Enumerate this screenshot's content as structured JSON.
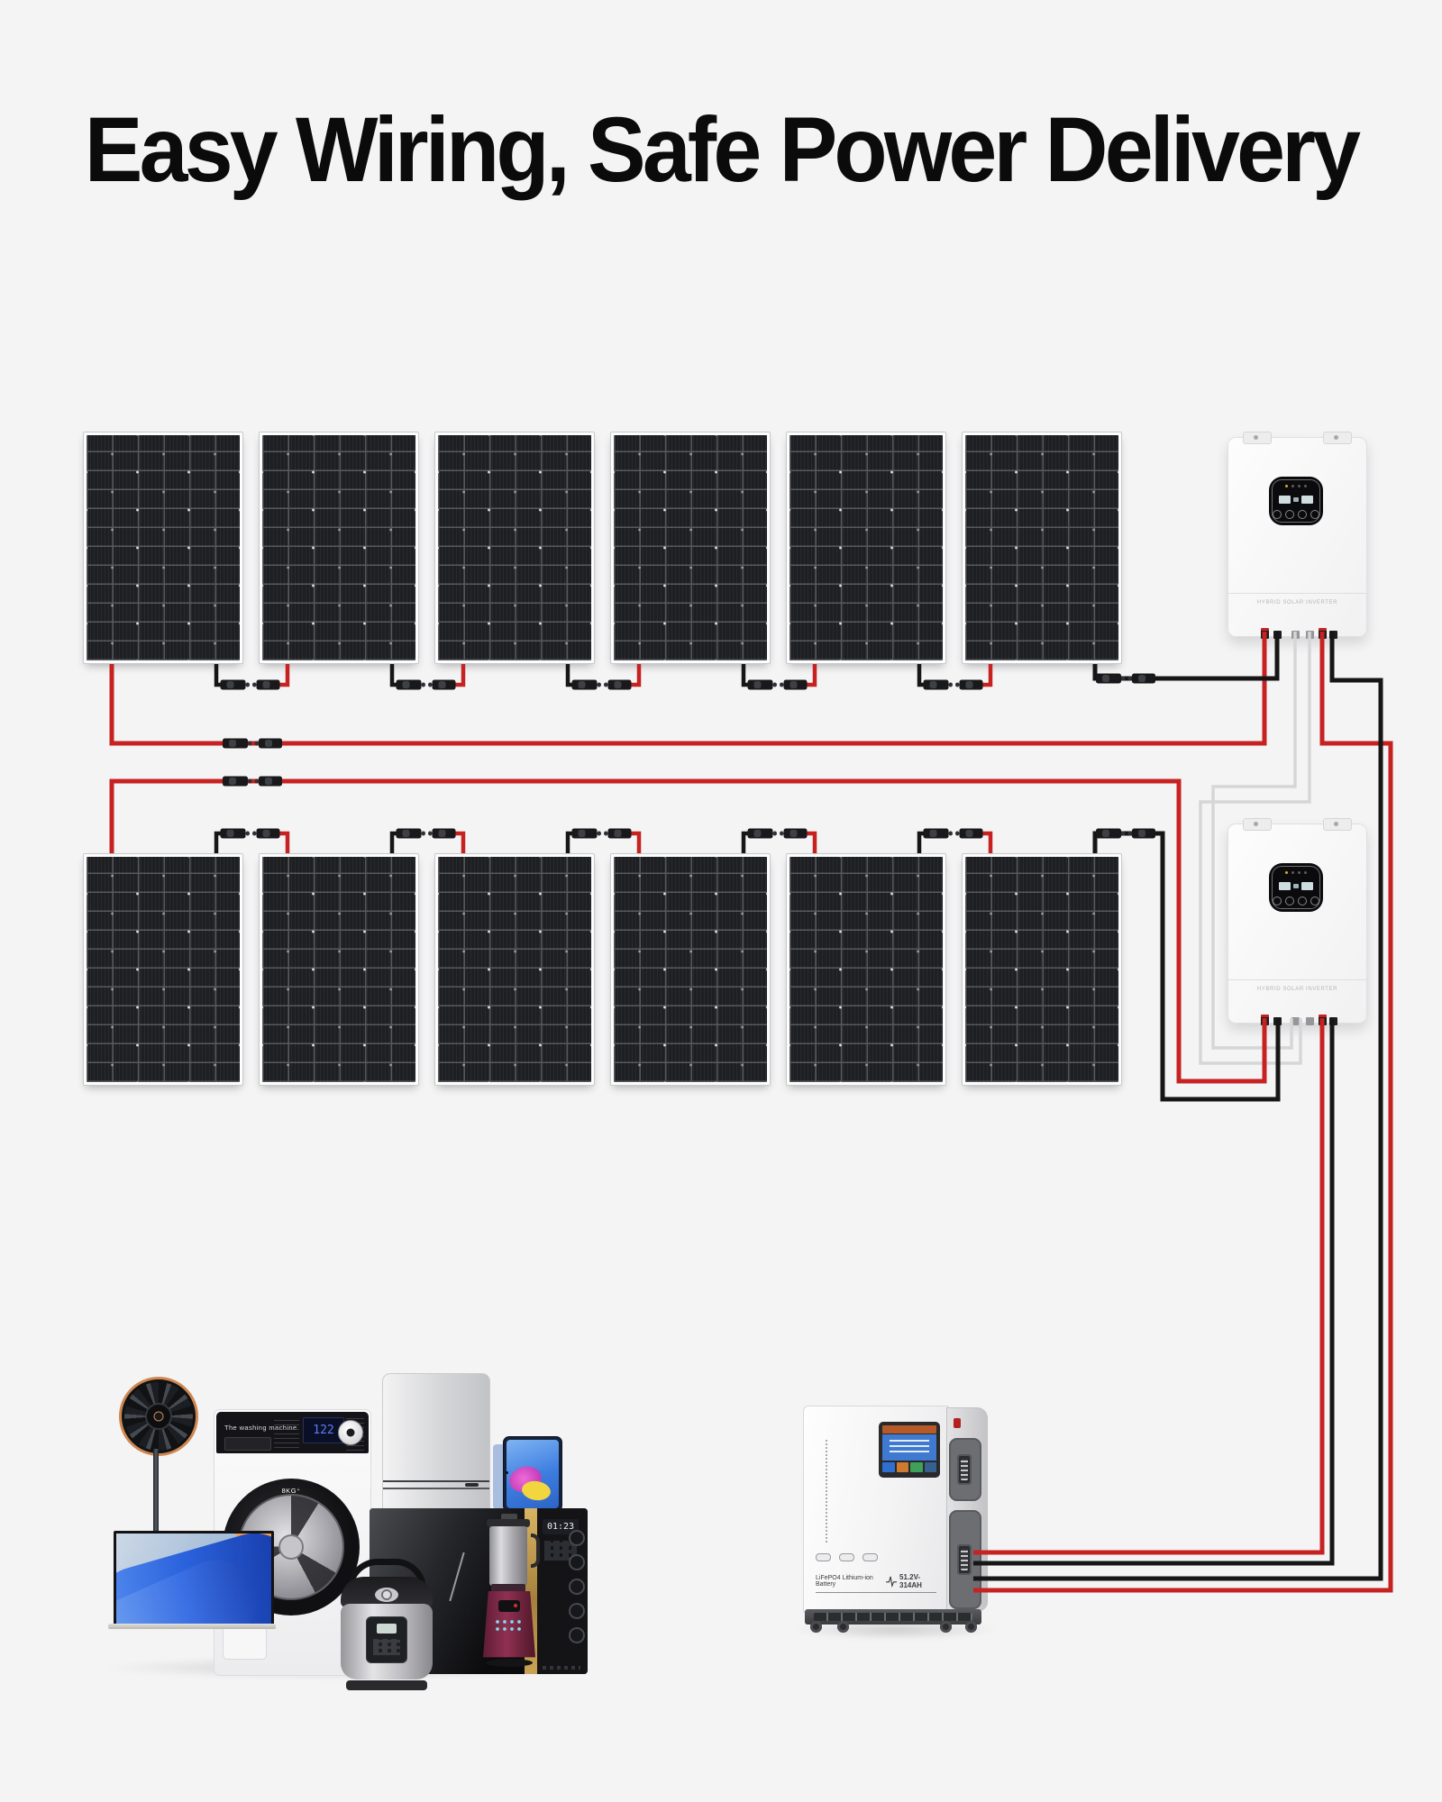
{
  "page": {
    "title": "Easy Wiring, Safe Power Delivery",
    "background": "#f4f4f5"
  },
  "colors": {
    "wire_red": "#c62222",
    "wire_black": "#161617",
    "wire_gray": "#d6d6d8",
    "panel_cell": "#1d1f22",
    "gold_accent": "#c9a254",
    "title_color": "#0b0b0c"
  },
  "solar_array": {
    "rows": 2,
    "panels_per_row": 6,
    "total_panels": 12
  },
  "inverters": [
    {
      "label": "HYBRID SOLAR INVERTER"
    },
    {
      "label": "HYBRID SOLAR INVERTER"
    }
  ],
  "battery": {
    "chemistry_label": "LiFePO4 Lithium-ion Battery",
    "rating_label": "51.2V-314AH"
  },
  "appliances": {
    "washing_machine": {
      "brand_label": "The washing machine",
      "display_value": "122",
      "capacity_label": "8KG⁺"
    },
    "oven": {
      "clock": "01:23"
    }
  }
}
